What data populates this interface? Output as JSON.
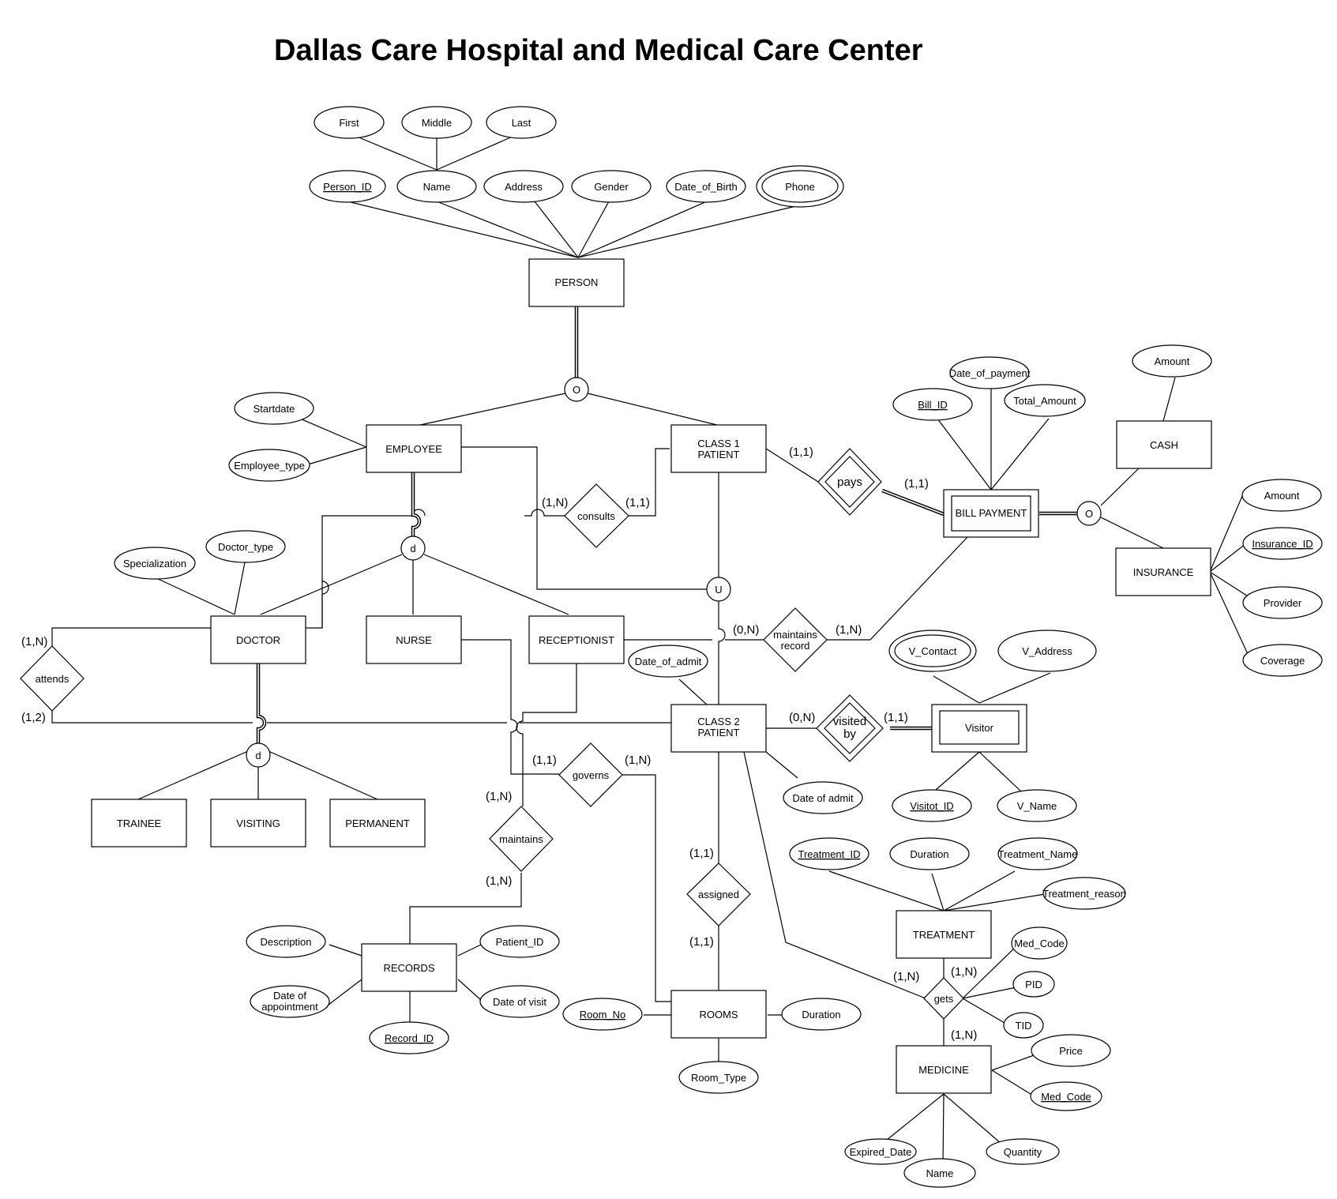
{
  "title": "Dallas Care Hospital and Medical Care Center",
  "entities": {
    "person": "PERSON",
    "employee": "EMPLOYEE",
    "class1_patient": [
      "CLASS 1",
      "PATIENT"
    ],
    "class2_patient": [
      "CLASS 2",
      "PATIENT"
    ],
    "doctor": "DOCTOR",
    "nurse": "NURSE",
    "receptionist": "RECEPTIONIST",
    "trainee": "TRAINEE",
    "visiting": "VISITING",
    "permanent": "PERMANENT",
    "bill_payment": "BILL PAYMENT",
    "cash": "CASH",
    "insurance": "INSURANCE",
    "visitor": "Visitor",
    "records": "RECORDS",
    "rooms": "ROOMS",
    "treatment": "TREATMENT",
    "medicine": "MEDICINE"
  },
  "attributes": {
    "first": "First",
    "middle": "Middle",
    "last": "Last",
    "person_id": "Person_ID",
    "name": "Name",
    "address": "Address",
    "gender": "Gender",
    "date_of_birth": "Date_of_Birth",
    "phone": "Phone",
    "startdate": "Startdate",
    "employee_type": "Employee_type",
    "specialization": "Specialization",
    "doctor_type": "Doctor_type",
    "date_of_payment": "Date_of_payment",
    "bill_id": "Bill_ID",
    "total_amount": "Total_Amount",
    "cash_amount": "Amount",
    "ins_amount": "Amount",
    "insurance_id": "Insurance_ID",
    "provider": "Provider",
    "coverage": "Coverage",
    "v_contact": "V_Contact",
    "v_address": "V_Address",
    "visitor_id": "Visitot_ID",
    "v_name": "V_Name",
    "date_of_admit_1": "Date_of_admit",
    "date_of_admit_2": "Date of admit",
    "treatment_id": "Treatment_ID",
    "duration_t": "Duration",
    "treatment_name": "Treatment_Name",
    "treatment_reason": "Treatment_reason",
    "description": "Description",
    "patient_id": "Patient_ID",
    "date_of_appointment": [
      "Date of",
      "appointment"
    ],
    "date_of_visit": "Date of visit",
    "record_id": "Record_ID",
    "room_no": "Room_No",
    "duration_r": "Duration",
    "room_type": "Room_Type",
    "med_code_gets": "Med_Code",
    "pid": "PID",
    "tid": "TID",
    "price": "Price",
    "med_code": "Med_Code",
    "expired_date": "Expired_Date",
    "med_name": "Name",
    "quantity": "Quantity"
  },
  "relationships": {
    "consults": "consults",
    "pays": "pays",
    "maintains_record": [
      "maintains",
      "record"
    ],
    "attends": "attends",
    "visited_by": [
      "visited",
      "by"
    ],
    "governs": "governs",
    "maintains": "maintains",
    "assigned": "assigned",
    "gets": "gets"
  },
  "specializations": {
    "person_o": "O",
    "employee_d": "d",
    "doctor_d": "d",
    "patient_u": "U",
    "payment_o": "O"
  },
  "cardinalities": {
    "consults_emp": "(1,N)",
    "consults_pat": "(1,1)",
    "pays_pat": "(1,1)",
    "pays_bill": "(1,1)",
    "maint_rec_left": "(0,N)",
    "maint_rec_right": "(1,N)",
    "attends_top": "(1,N)",
    "attends_bottom": "(1,2)",
    "visited_pat": "(0,N)",
    "visited_vis": "(1,1)",
    "governs_left": "(1,1)",
    "governs_right": "(1,N)",
    "maintains_top": "(1,N)",
    "maintains_bottom": "(1,N)",
    "assigned_top": "(1,1)",
    "assigned_bottom": "(1,1)",
    "gets_left": "(1,N)",
    "gets_top": "(1,N)",
    "gets_bottom": "(1,N)"
  }
}
